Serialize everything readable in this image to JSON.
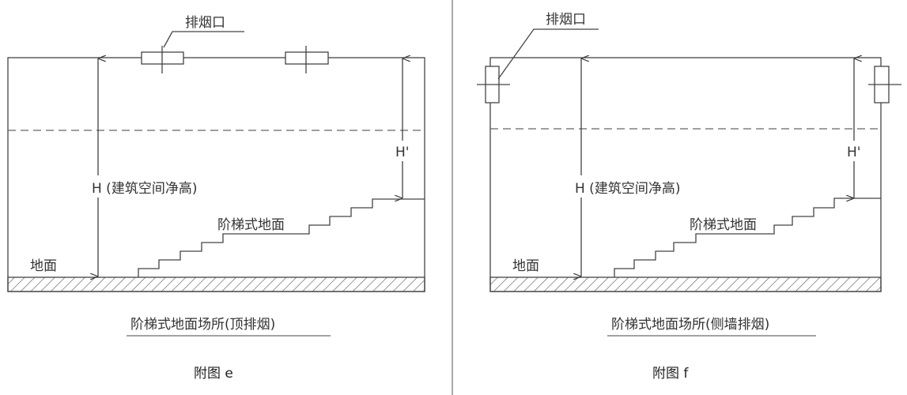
{
  "figures": [
    {
      "vent_label": "排烟口",
      "height_label": "H (建筑空间净高)",
      "h_prime_label": "H'",
      "stepped_floor_label": "阶梯式地面",
      "floor_label": "地面",
      "caption": "阶梯式地面场所(顶排烟)",
      "figure_label": "附图 e"
    },
    {
      "vent_label": "排烟口",
      "height_label": "H (建筑空间净高)",
      "h_prime_label": "H'",
      "stepped_floor_label": "阶梯式地面",
      "floor_label": "地面",
      "caption": "阶梯式地面场所(侧墙排烟)",
      "figure_label": "附图 f"
    }
  ]
}
